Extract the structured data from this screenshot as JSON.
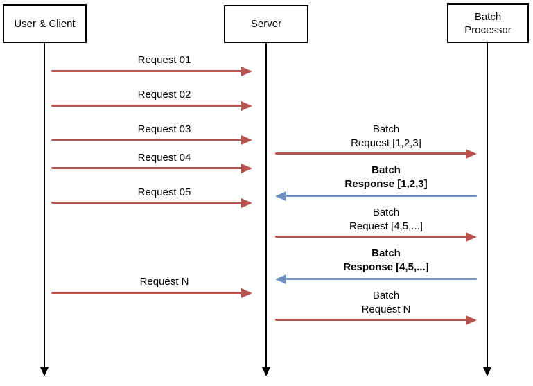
{
  "diagram": {
    "type": "sequence",
    "actors": [
      {
        "id": "user-client",
        "label": "User & Client"
      },
      {
        "id": "server",
        "label": "Server"
      },
      {
        "id": "batch-processor",
        "label": "Batch\nProcessor"
      }
    ],
    "messages": [
      {
        "from": "user-client",
        "to": "server",
        "label": "Request 01",
        "style": "request",
        "bold": false
      },
      {
        "from": "user-client",
        "to": "server",
        "label": "Request 02",
        "style": "request",
        "bold": false
      },
      {
        "from": "user-client",
        "to": "server",
        "label": "Request 03",
        "style": "request",
        "bold": false
      },
      {
        "from": "server",
        "to": "batch-processor",
        "label": "Batch\nRequest [1,2,3]",
        "style": "request",
        "bold": false
      },
      {
        "from": "user-client",
        "to": "server",
        "label": "Request 04",
        "style": "request",
        "bold": false
      },
      {
        "from": "batch-processor",
        "to": "server",
        "label": "Batch\nResponse [1,2,3]",
        "style": "response",
        "bold": true
      },
      {
        "from": "user-client",
        "to": "server",
        "label": "Request 05",
        "style": "request",
        "bold": false
      },
      {
        "from": "server",
        "to": "batch-processor",
        "label": "Batch\nRequest [4,5,...]",
        "style": "request",
        "bold": false
      },
      {
        "from": "batch-processor",
        "to": "server",
        "label": "Batch\nResponse [4,5,...]",
        "style": "response",
        "bold": true
      },
      {
        "from": "user-client",
        "to": "server",
        "label": "Request N",
        "style": "request",
        "bold": false
      },
      {
        "from": "server",
        "to": "batch-processor",
        "label": "Batch\nRequest N",
        "style": "request",
        "bold": false
      }
    ],
    "colors": {
      "request_arrow": "#b85450",
      "response_arrow": "#6c8ebf",
      "lifeline": "#000000",
      "text": "#000000",
      "background": "#ffffff"
    }
  }
}
